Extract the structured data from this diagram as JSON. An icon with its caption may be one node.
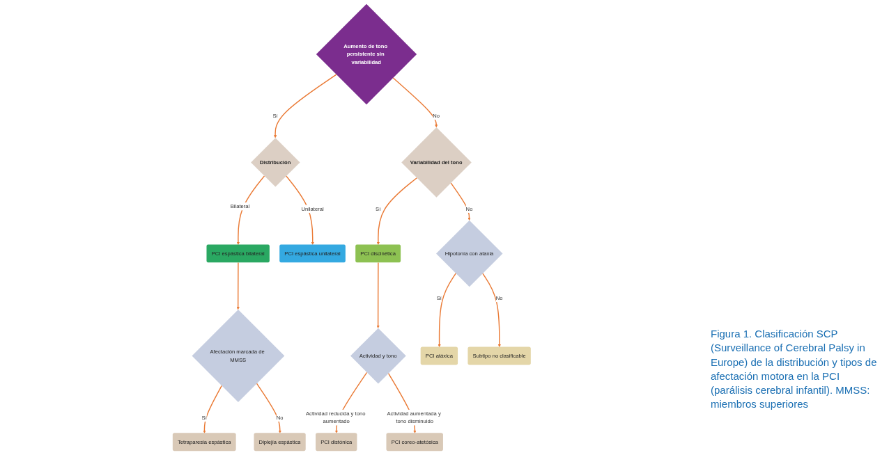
{
  "diagram": {
    "caption": "Figura 1. Clasificación SCP (Surveillance of Cerebral Palsy in Europe) de la distribución y tipos de afectación motora en la PCI (parálisis cerebral infantil). MMSS: miembros superiores",
    "nodes": [
      {
        "text": [
          "Aumento de tono persistente sin variabilidad"
        ]
      },
      {
        "text": [
          "Distribución"
        ]
      },
      {
        "text": [
          "Variabilidad del tono"
        ]
      },
      {
        "text": [
          "PCI espástica bilateral"
        ]
      },
      {
        "text": [
          "PCI espástica unilateral"
        ]
      },
      {
        "text": [
          "PCI discinética"
        ]
      },
      {
        "text": [
          "Hipotonía con ataxia"
        ]
      },
      {
        "text": [
          "Afectación marcada de MMSS"
        ]
      },
      {
        "text": [
          "Actividad y tono"
        ]
      },
      {
        "text": [
          "PCI atáxica"
        ]
      },
      {
        "text": [
          "Subtipo no clasificable"
        ]
      },
      {
        "text": [
          "Tetraparesia espástica"
        ]
      },
      {
        "text": [
          "Diplejía espástica"
        ]
      },
      {
        "text": [
          "PCI distónica"
        ]
      },
      {
        "text": [
          "PCI coreo-atetósica"
        ]
      }
    ],
    "edges": [
      {
        "from": 0,
        "to": 1,
        "arrow": "to",
        "label": "Sí"
      },
      {
        "from": 0,
        "to": 2,
        "arrow": "to",
        "label": "No"
      },
      {
        "from": 1,
        "to": 3,
        "arrow": "to",
        "label": "Bilateral"
      },
      {
        "from": 1,
        "to": 4,
        "arrow": "to",
        "label": "Unilateral"
      },
      {
        "from": 2,
        "to": 5,
        "arrow": "to",
        "label": "Sí"
      },
      {
        "from": 2,
        "to": 6,
        "arrow": "to",
        "label": "No"
      },
      {
        "from": 3,
        "to": 7,
        "arrow": "to"
      },
      {
        "from": 5,
        "to": 8,
        "arrow": "to"
      },
      {
        "from": 6,
        "to": 9,
        "arrow": "to",
        "label": "Sí"
      },
      {
        "from": 6,
        "to": 10,
        "arrow": "to",
        "label": "No"
      },
      {
        "from": 7,
        "to": 11,
        "arrow": "to",
        "label": "Sí"
      },
      {
        "from": 7,
        "to": 12,
        "arrow": "to",
        "label": "No"
      },
      {
        "from": 8,
        "to": 13,
        "arrow": "to",
        "label": "Actividad reducida y tono aumentado"
      },
      {
        "from": 8,
        "to": 14,
        "arrow": "to",
        "label": "Actividad aumentada y tono disminuido"
      }
    ]
  }
}
